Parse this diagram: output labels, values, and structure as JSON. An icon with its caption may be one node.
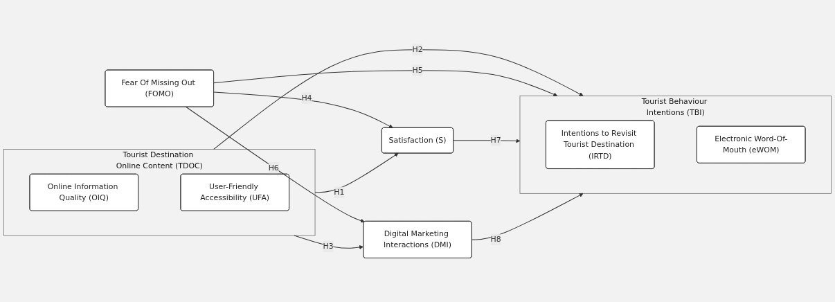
{
  "diagram": {
    "nodes": [
      {
        "text": [
          "Tourist Destination Online Content (TDOC)"
        ]
      },
      {
        "text": [
          "Online Information Quality (OIQ)"
        ],
        "in": 0
      },
      {
        "text": [
          "User-Friendly Accessibility (UFA)"
        ],
        "in": 0
      },
      {
        "text": [
          "Satisfaction (S)"
        ]
      },
      {
        "text": [
          "Fear Of Missing Out (FOMO)"
        ]
      },
      {
        "text": [
          "Digital Marketing Interactions (DMI)"
        ]
      },
      {
        "text": [
          "Tourist Behaviour Intentions (TBI)"
        ]
      },
      {
        "text": [
          "Intentions to Revisit Tourist Destination (IRTD)"
        ],
        "in": 6
      },
      {
        "text": [
          "Electronic Word-Of-Mouth (eWOM)"
        ],
        "in": 6
      }
    ],
    "edges": [
      {
        "from": 0,
        "to": 3,
        "arrow": "to",
        "label": "H1"
      },
      {
        "from": 0,
        "to": 6,
        "arrow": "to",
        "label": "H2"
      },
      {
        "from": 0,
        "to": 5,
        "arrow": "to",
        "label": "H3"
      },
      {
        "from": 4,
        "to": 3,
        "arrow": "to",
        "label": "H4"
      },
      {
        "from": 4,
        "to": 6,
        "arrow": "to",
        "label": "H5"
      },
      {
        "from": 4,
        "to": 5,
        "arrow": "to",
        "label": "H6"
      },
      {
        "from": 3,
        "to": 6,
        "arrow": "to",
        "label": "H7"
      },
      {
        "from": 5,
        "to": 6,
        "arrow": "to",
        "label": "H8"
      }
    ]
  }
}
